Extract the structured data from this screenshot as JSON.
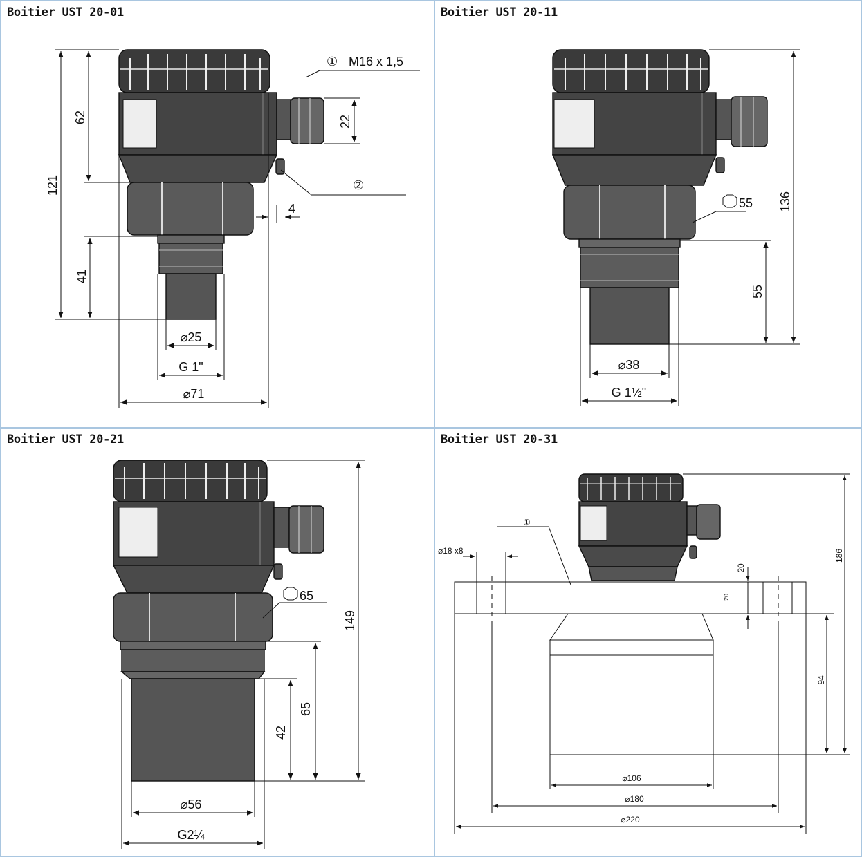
{
  "panels": [
    {
      "title": "Boitier UST 20-01",
      "dims": {
        "h_total": "121",
        "h_head": "62",
        "h_cable": "22",
        "h_sensor": "41",
        "d_sensor": "⌀25",
        "thread": "G 1\"",
        "d_body": "⌀71",
        "offset": "4"
      },
      "callouts": {
        "c1": "①",
        "c1_text": "M16 x 1,5",
        "c2": "②"
      }
    },
    {
      "title": "Boitier UST 20-11",
      "dims": {
        "h_total": "136",
        "h_sensor": "55",
        "d_sensor": "⌀38",
        "thread": "G 1½\"",
        "hex": "55"
      }
    },
    {
      "title": "Boitier UST 20-21",
      "dims": {
        "h_total": "149",
        "h_thread": "65",
        "h_sensor": "42",
        "d_sensor": "⌀56",
        "thread": "G2¼",
        "hex": "65"
      }
    },
    {
      "title": "Boitier UST 20-31",
      "dims": {
        "h_total": "186",
        "h_sensor": "94",
        "flange_t": "20",
        "flange_t2": "20",
        "holes": "⌀18 x8",
        "d_sensor": "⌀106",
        "d_pcd": "⌀180",
        "d_flange": "⌀220"
      },
      "callouts": {
        "c1": "①"
      }
    }
  ]
}
